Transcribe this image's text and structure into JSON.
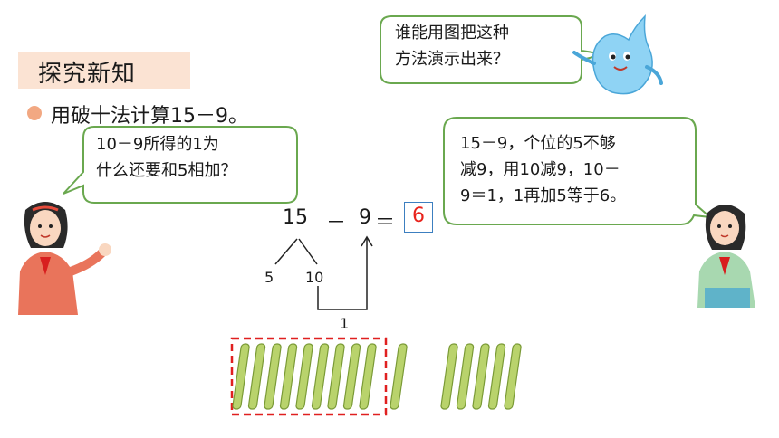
{
  "section_title": "探究新知",
  "task": "用破十法计算15－9。",
  "girl_left_bubble": {
    "line1": "10－9所得的1为",
    "line2": "什么还要和5相加？"
  },
  "mascot_bubble": {
    "line1": "谁能用图把这种",
    "line2": "方法演示出来？"
  },
  "girl_right_bubble": {
    "line1": "15－9，个位的5不够",
    "line2": "减9，用10减9，10－",
    "line3": "9＝1，1再加5等于6。"
  },
  "equation": {
    "left": "15",
    "minus": "－",
    "right": "9",
    "equals": "＝",
    "answer": "6"
  },
  "split": {
    "part1": "5",
    "part2": "10",
    "carry": "1"
  },
  "sticks": {
    "bundled": 9,
    "separate": 1,
    "group_right": 5
  },
  "colors": {
    "title_bg": "#fbe3d3",
    "bullet": "#f2a882",
    "bubble_border": "#6aa84f",
    "answer": "#e8231c",
    "answer_box": "#3c7fc0",
    "stick": "#b9d36c",
    "bundle_dash": "#e02020"
  }
}
